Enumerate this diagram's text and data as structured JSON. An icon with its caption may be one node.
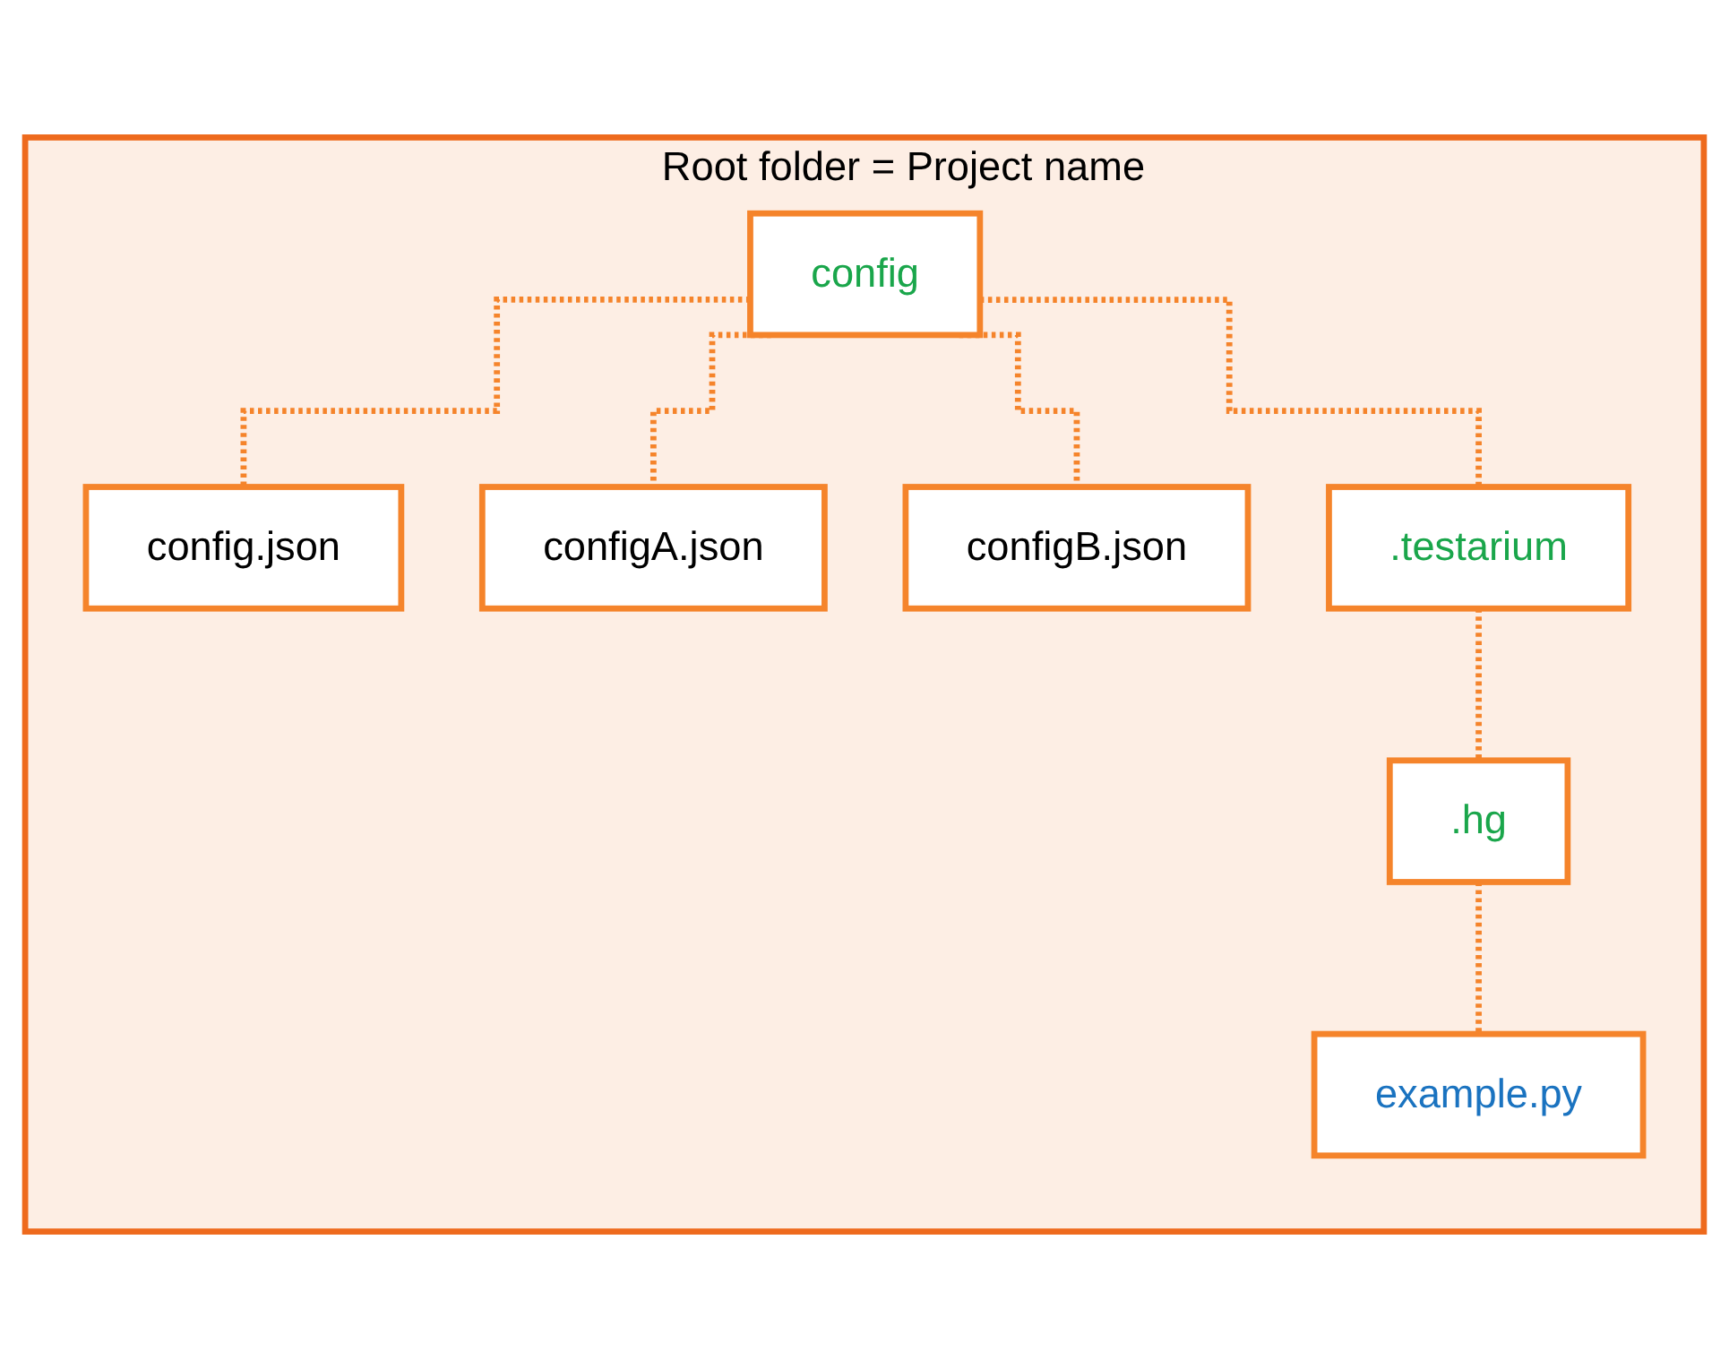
{
  "diagram": {
    "nodes": [
      {
        "text": [
          "Root folder = Project name"
        ]
      },
      {
        "text": [
          "config"
        ],
        "in": 0
      },
      {
        "text": [
          "config.json"
        ],
        "in": 0
      },
      {
        "text": [
          "configA.json"
        ],
        "in": 0
      },
      {
        "text": [
          "configB.json"
        ],
        "in": 0
      },
      {
        "text": [
          ".testarium"
        ],
        "in": 0
      },
      {
        "text": [
          ".hg"
        ],
        "in": 0
      },
      {
        "text": [
          "example.py"
        ],
        "in": 0
      }
    ],
    "edges": [
      {
        "from": 1,
        "to": 2,
        "arrow": "none",
        "style": "dashed"
      },
      {
        "from": 1,
        "to": 3,
        "arrow": "none",
        "style": "dashed"
      },
      {
        "from": 1,
        "to": 4,
        "arrow": "none",
        "style": "dashed"
      },
      {
        "from": 1,
        "to": 5,
        "arrow": "none",
        "style": "dashed"
      },
      {
        "from": 5,
        "to": 6,
        "arrow": "none",
        "style": "dashed"
      },
      {
        "from": 6,
        "to": 7,
        "arrow": "none",
        "style": "dashed"
      }
    ]
  }
}
